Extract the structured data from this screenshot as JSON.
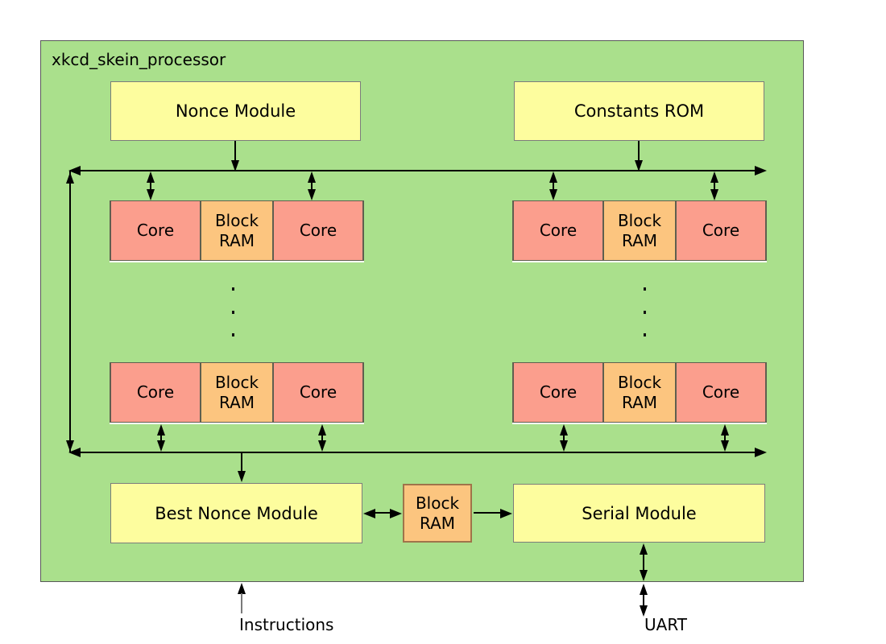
{
  "title": "xkcd_skein_processor",
  "labels": {
    "nonce_module": "Nonce Module",
    "constants_rom": "Constants ROM",
    "core": "Core",
    "block_ram": "Block RAM",
    "best_nonce_module": "Best Nonce Module",
    "serial_module": "Serial Module",
    "instructions": "Instructions",
    "uart": "UART",
    "vertical_ellipsis": "..."
  },
  "colors": {
    "chip-fill": "#aae08c",
    "chip-border": "#585858",
    "module-fill": "#fdfd9e",
    "module-border": "#7c7c7c",
    "core-fill": "#fb9e8d",
    "ram-fill": "#fcc57f",
    "cluster-border": "#5f5f4f",
    "ram-border": "#a0744a",
    "line": "#000000"
  }
}
